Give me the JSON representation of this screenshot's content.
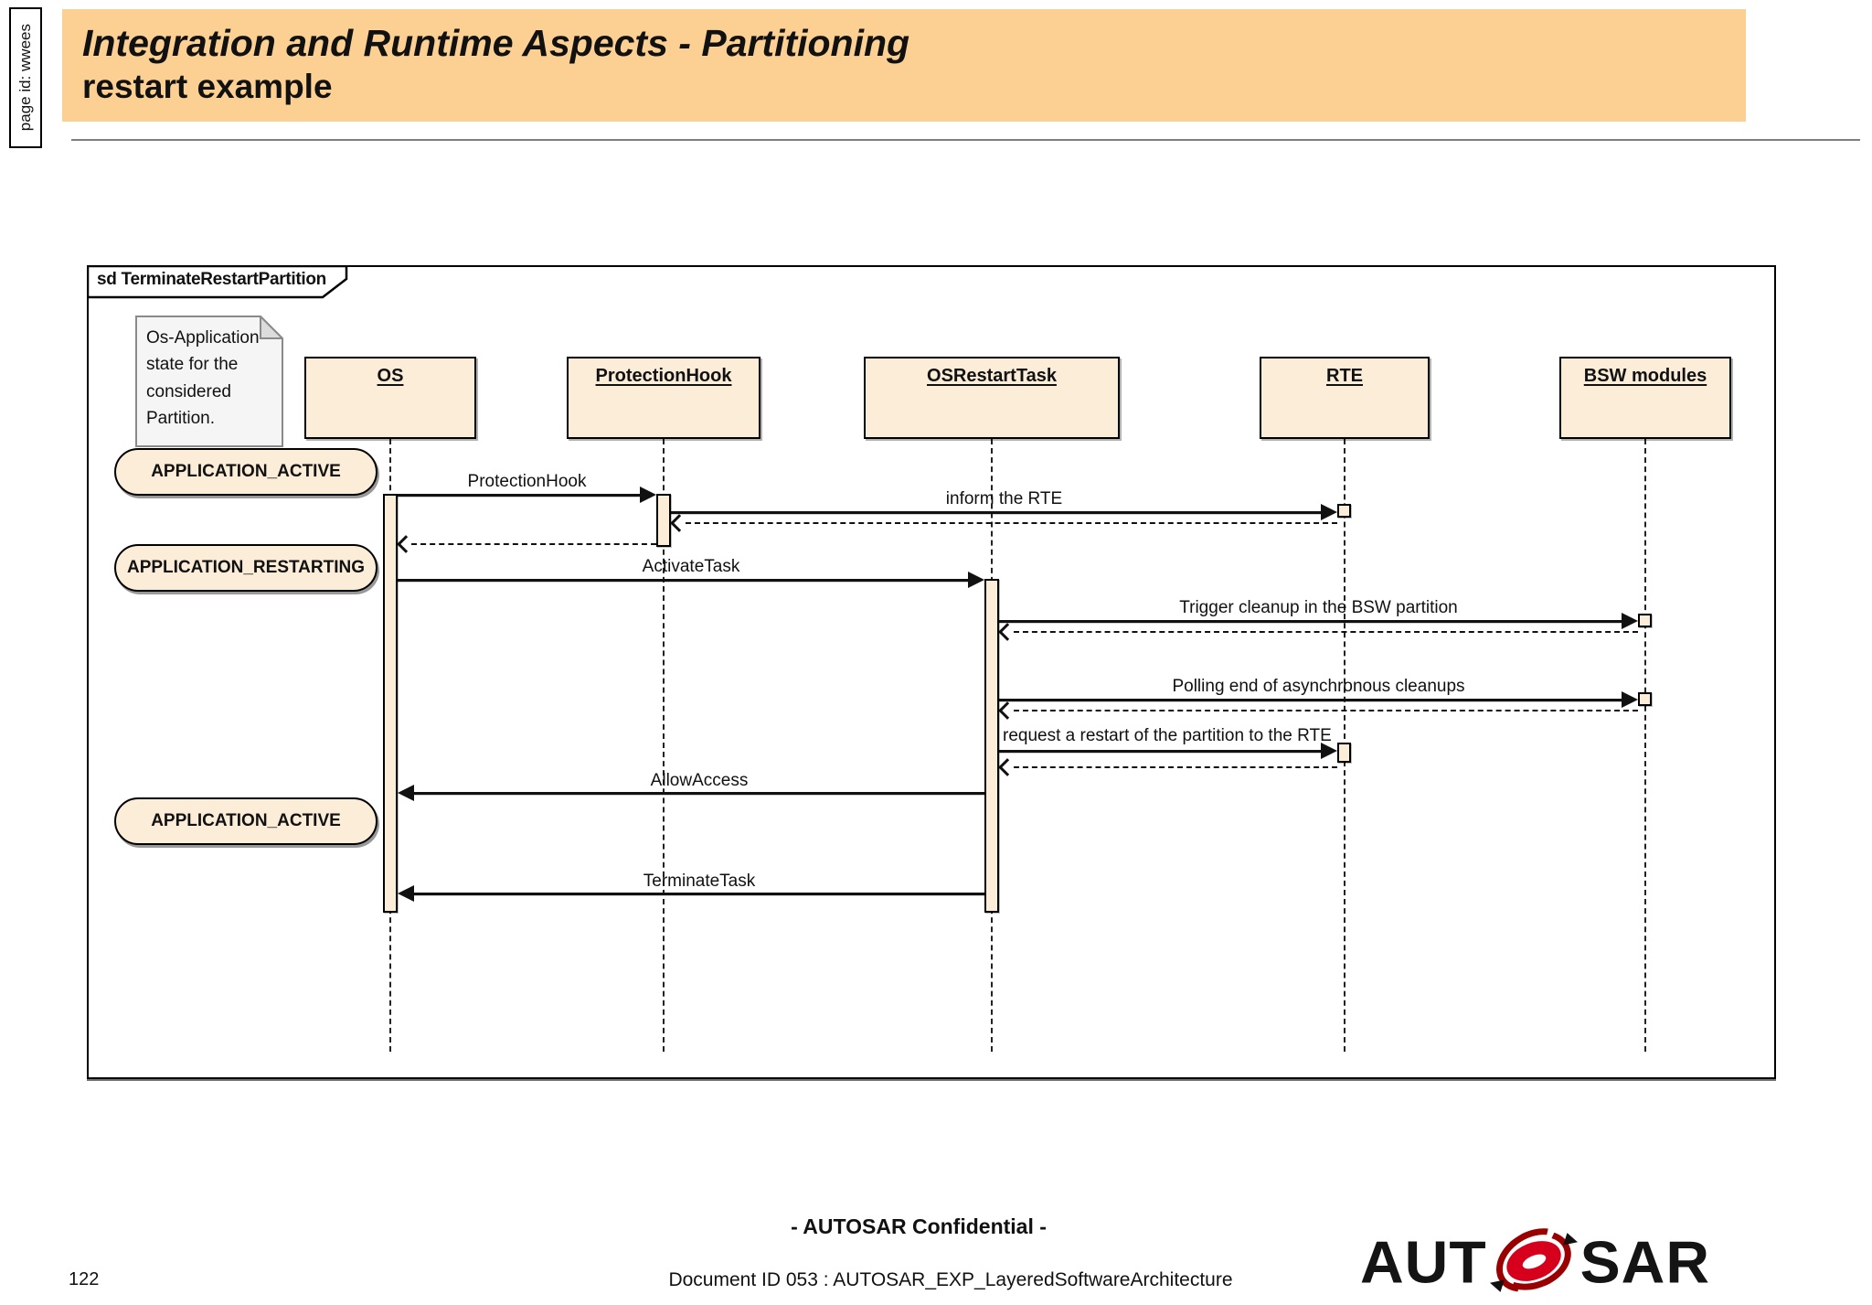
{
  "header": {
    "page_id": "page id: wwees",
    "title_line1": "Integration and Runtime Aspects - Partitioning",
    "title_line2": "restart example"
  },
  "diagram": {
    "frame_label": "sd TerminateRestartPartition",
    "note_text": "Os-Application\nstate for the\nconsidered\nPartition.",
    "lifelines": [
      {
        "label": "OS"
      },
      {
        "label": "ProtectionHook"
      },
      {
        "label": "OSRestartTask"
      },
      {
        "label": "RTE"
      },
      {
        "label": "BSW modules"
      }
    ],
    "states": [
      {
        "label": "APPLICATION_ACTIVE"
      },
      {
        "label": "APPLICATION_RESTARTING"
      },
      {
        "label": "APPLICATION_ACTIVE"
      }
    ],
    "messages": [
      {
        "label": "ProtectionHook",
        "from": "OS",
        "to": "ProtectionHook",
        "kind": "call"
      },
      {
        "label": "inform the RTE",
        "from": "ProtectionHook",
        "to": "RTE",
        "kind": "call"
      },
      {
        "label": "ActivateTask",
        "from": "OS",
        "to": "OSRestartTask",
        "kind": "call"
      },
      {
        "label": "Trigger cleanup in the BSW partition",
        "from": "OSRestartTask",
        "to": "BSW modules",
        "kind": "call"
      },
      {
        "label": "Polling end of asynchronous cleanups",
        "from": "OSRestartTask",
        "to": "BSW modules",
        "kind": "call"
      },
      {
        "label": "request a restart of the partition to the RTE",
        "from": "OSRestartTask",
        "to": "RTE",
        "kind": "call"
      },
      {
        "label": "AllowAccess",
        "from": "OSRestartTask",
        "to": "OS",
        "kind": "call"
      },
      {
        "label": "TerminateTask",
        "from": "OSRestartTask",
        "to": "OS",
        "kind": "call"
      }
    ]
  },
  "footer": {
    "confidential": "- AUTOSAR Confidential -",
    "page_number": "122",
    "document_id": "Document ID 053 : AUTOSAR_EXP_LayeredSoftwareArchitecture",
    "logo_left": "AUT",
    "logo_right": "SAR"
  },
  "colors": {
    "banner": "#FBD092",
    "shape_fill": "#FBEDD8",
    "logo_red": "#D6001C"
  }
}
